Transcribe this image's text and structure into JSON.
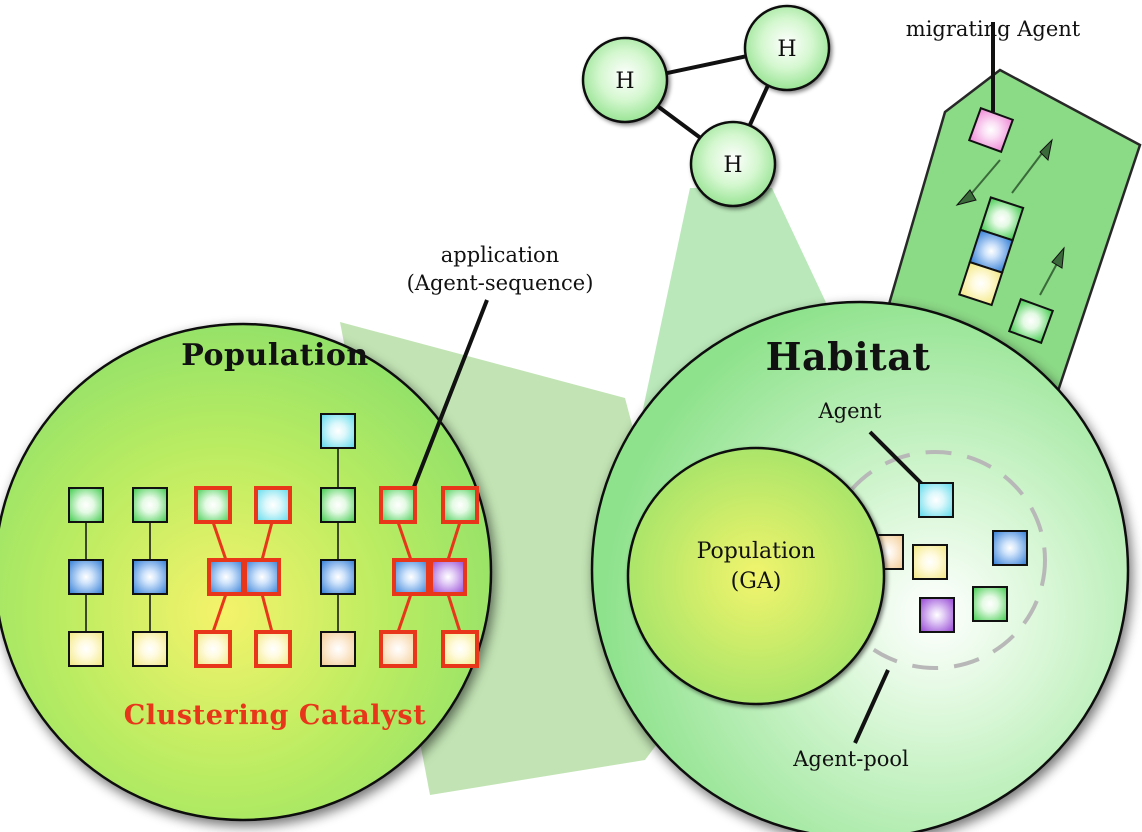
{
  "hosts": [
    {
      "label": "H"
    },
    {
      "label": "H"
    },
    {
      "label": "H"
    }
  ],
  "labels": {
    "migrating_agent": "migrating Agent",
    "application_line1": "application",
    "application_line2": "(Agent-sequence)",
    "population_title": "Population",
    "clustering_catalyst": "Clustering Catalyst",
    "habitat_title": "Habitat",
    "agent": "Agent",
    "inner_population_line1": "Population",
    "inner_population_line2": "(GA)",
    "agent_pool": "Agent-pool"
  },
  "colors": {
    "green": "#4fcf5a",
    "blue": "#3f86d9",
    "yellow": "#f6ef9a",
    "cyan": "#66dcec",
    "pink": "#f08fd8",
    "purple": "#9a4fd6",
    "peach": "#f3cf9a",
    "catalyst_red": "#e8361a"
  }
}
